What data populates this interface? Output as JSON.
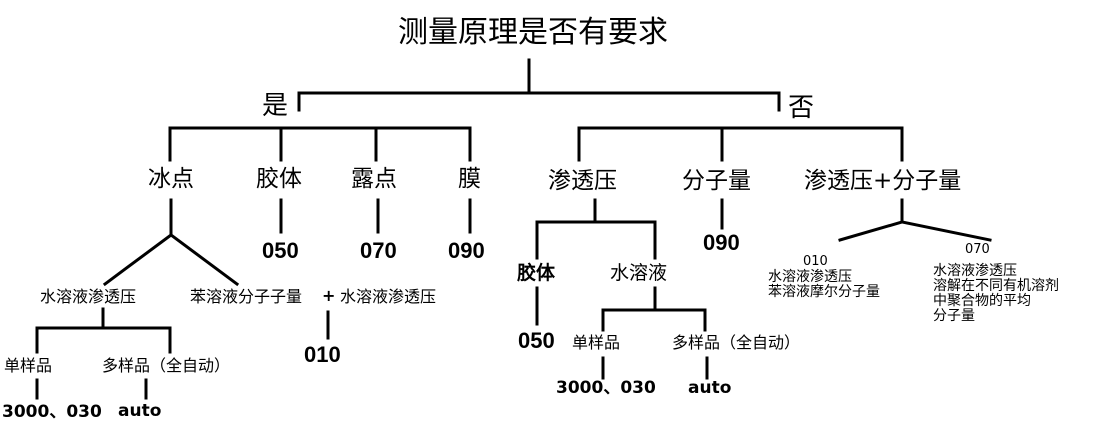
{
  "root": "测量原理是否有要求",
  "yes_label": "是",
  "no_label": "否",
  "yes_branch": {
    "freezing_point": "冰点",
    "colloid": "胶体",
    "dew_point": "露点",
    "membrane": "膜",
    "code_050": "050",
    "code_070": "070",
    "code_090": "090",
    "aqueous_osmotic": "水溶液渗透压",
    "benzene_combo": "苯溶液分子子量",
    "plus_sign": "+",
    "aqueous_osmotic_2": "水溶液渗透压",
    "code_010": "010",
    "single_sample": "单样品",
    "multi_sample": "多样品（全自动）",
    "single_codes": "3000、030",
    "auto": "auto"
  },
  "no_branch": {
    "osmotic": "渗透压",
    "molecular_weight": "分子量",
    "osmotic_plus_mw": "渗透压+分子量",
    "colloid": "胶体",
    "aqueous": "水溶液",
    "code_050": "050",
    "code_090": "090",
    "single_sample": "单样品",
    "multi_sample": "多样品（全自动）",
    "single_codes": "3000、030",
    "auto": "auto",
    "code_010_small": "010",
    "note_010": "水溶液渗透压\n苯溶液摩尔分子量",
    "code_070_small": "070",
    "note_070": "水溶液渗透压\n溶解在不同有机溶剂\n中聚合物的平均\n分子量"
  }
}
